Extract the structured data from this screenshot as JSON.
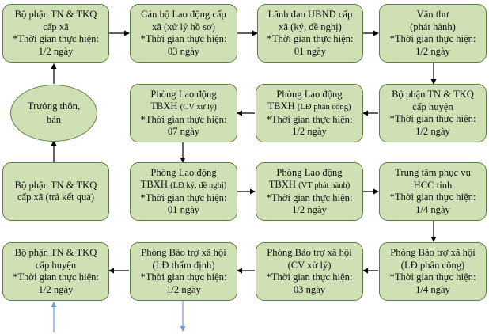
{
  "colors": {
    "node_fill": "#cfe0b5",
    "node_border": "#5f7d3c",
    "arrow": "#000000",
    "incoming_arrow": "#6f9ad6"
  },
  "nodes": {
    "tn_xa_1": {
      "title": "Bộ phận TN & TKQ",
      "sub": "cấp xã",
      "time_label": "*Thời gian thực hiện:",
      "time_value": "1/2 ngày"
    },
    "can_bo_ld": {
      "title": "Cán bộ Lao động cấp",
      "sub": "xã (xử lý hồ sơ)",
      "time_label": "*Thời gian thực hiện:",
      "time_value": "03 ngày"
    },
    "lanh_dao_ubnd": {
      "title": "Lãnh đạo UBND cấp",
      "sub": "xã (ký, đề nghị)",
      "time_label": "*Thời gian thực hiện:",
      "time_value": "01 ngày"
    },
    "van_thu": {
      "title": "Văn thư",
      "sub": "(phát hành)",
      "time_label": "*Thời gian thực hiện:",
      "time_value": "1/2 ngày"
    },
    "truong_thon": {
      "line1": "Trưởng thôn,",
      "line2": "bản"
    },
    "ld_cv_xu_ly": {
      "title": "Phòng Lao động",
      "title2": "TBXH",
      "note": "(CV xử lý)",
      "time_label": "*Thời gian thực hiện:",
      "time_value": "07 ngày"
    },
    "ld_phan_cong": {
      "title": "Phòng Lao động",
      "title2": "TBXH",
      "note": "(LĐ phân công)",
      "time_label": "*Thời gian thực hiện:",
      "time_value": "1/2 ngày"
    },
    "tn_huyen_1": {
      "title": "Bộ phận TN & TKQ",
      "sub": "cấp huyện",
      "time_label": "*Thời gian thực hiện:",
      "time_value": "1/2 ngày"
    },
    "tn_xa_tra_kq": {
      "title": "Bộ phận TN & TKQ",
      "sub": "cấp xã (trả kết quả)"
    },
    "ld_ky": {
      "title": "Phòng Lao động",
      "title2": "TBXH",
      "note": "(LĐ ký, đề nghị)",
      "time_label": "*Thời gian thực hiện:",
      "time_value": "01 ngày"
    },
    "ld_vt": {
      "title": "Phòng Lao động",
      "title2": "TBXH",
      "note": "(VT phát hành)",
      "time_label": "*Thời gian thực hiện:",
      "time_value": "1/2 ngày"
    },
    "hcc_tinh": {
      "title": "Trung tâm phục vụ",
      "sub": "HCC tỉnh",
      "time_label": "*Thời gian thực hiện:",
      "time_value": "1/4 ngày"
    },
    "tn_huyen_2": {
      "title": "Bộ phận TN & TKQ",
      "sub": "cấp huyện",
      "time_label": "*Thời gian thực hiện:",
      "time_value": "1/2 ngày"
    },
    "btxh_tham_dinh": {
      "title": "Phòng Bảo trợ xã hội",
      "sub": "(LĐ thẩm định)",
      "time_label": "*Thời gian thực hiện:",
      "time_value": "1/2 ngày"
    },
    "btxh_cv": {
      "title": "Phòng Bảo trợ xã hội",
      "sub": "(CV xử lý)",
      "time_label": "*Thời gian thực hiện:",
      "time_value": "03 ngày"
    },
    "btxh_phan_cong": {
      "title": "Phòng Bảo trợ xã hội",
      "sub": "(LĐ phân công)",
      "time_label": "*Thời gian thực hiện:",
      "time_value": "1/4 ngày"
    }
  }
}
